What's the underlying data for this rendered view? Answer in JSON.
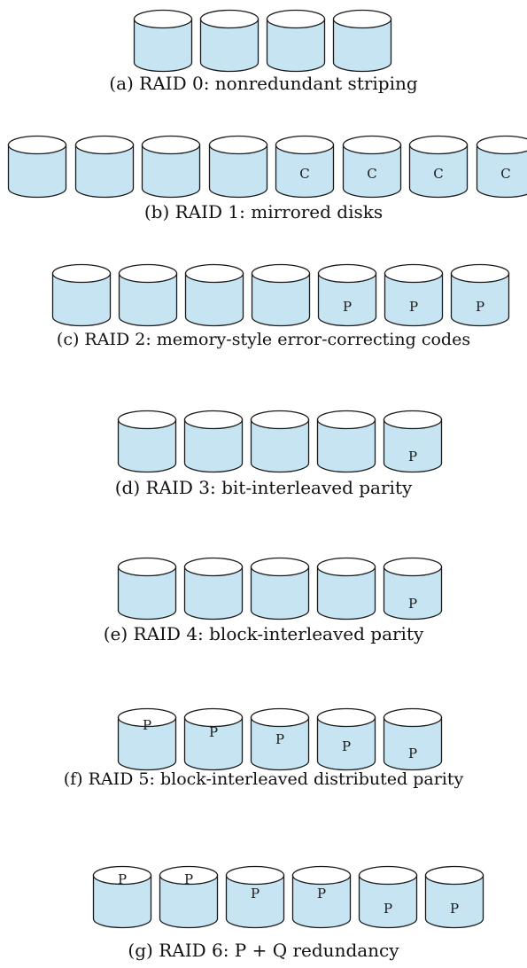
{
  "colors": {
    "disk_fill": "#c6e4f2",
    "disk_top": "#ffffff",
    "disk_stroke": "#1a1a1a"
  },
  "levels": [
    {
      "caption": "(a) RAID 0: nonredundant striping",
      "disks": [
        "",
        "",
        "",
        ""
      ]
    },
    {
      "caption": "(b) RAID 1: mirrored disks",
      "disks": [
        "",
        "",
        "",
        "",
        "C",
        "C",
        "C",
        "C"
      ]
    },
    {
      "caption": "(c) RAID 2: memory-style error-correcting codes",
      "disks": [
        "",
        "",
        "",
        "",
        "P",
        "P",
        "P"
      ]
    },
    {
      "caption": "(d) RAID 3: bit-interleaved parity",
      "disks": [
        "",
        "",
        "",
        "",
        "P"
      ]
    },
    {
      "caption": "(e) RAID 4: block-interleaved parity",
      "disks": [
        "",
        "",
        "",
        "",
        "P"
      ]
    },
    {
      "caption": "(f) RAID 5: block-interleaved distributed parity",
      "disks": [
        "P",
        "P",
        "P",
        "P",
        "P"
      ]
    },
    {
      "caption": "(g) RAID 6: P + Q redundancy",
      "disks": [
        "P",
        "P",
        "P",
        "P",
        "P",
        "P"
      ]
    }
  ]
}
